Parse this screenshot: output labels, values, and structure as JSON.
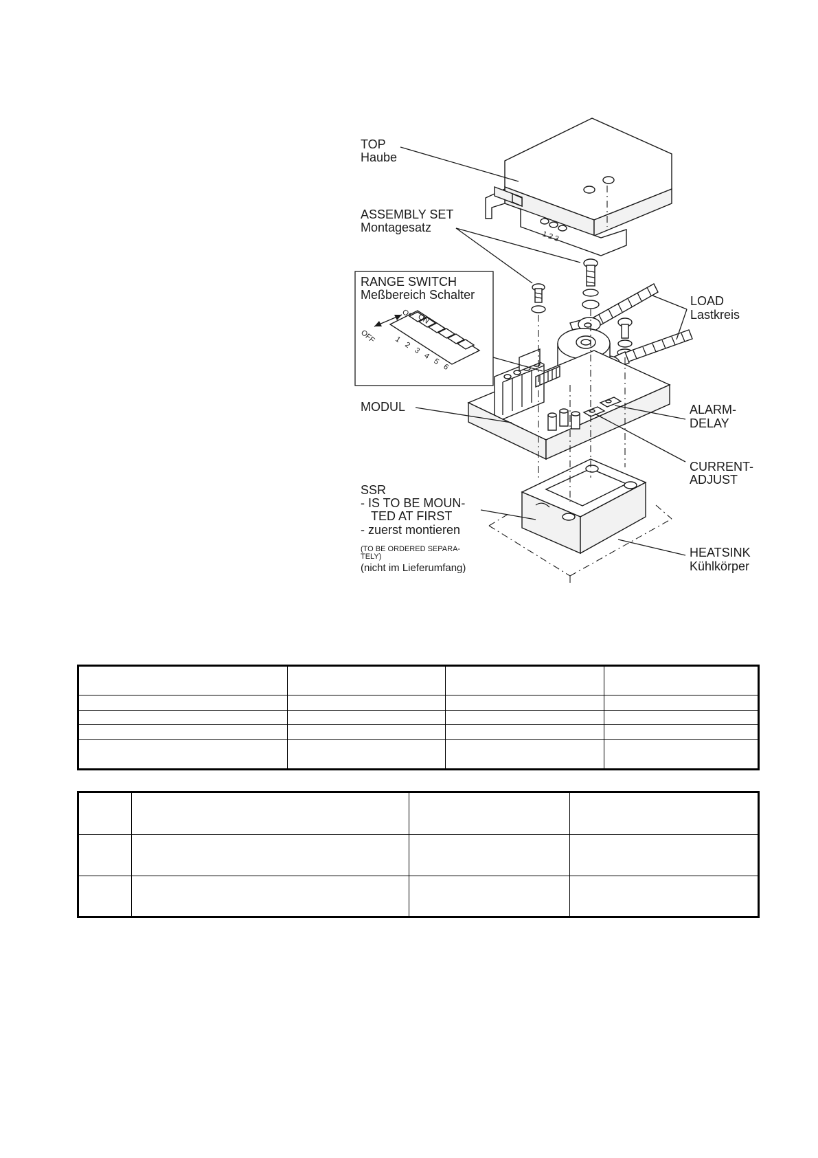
{
  "labels": {
    "top": "TOP",
    "top_de": "Haube",
    "assembly_set": "ASSEMBLY SET",
    "assembly_set_de": "Montagesatz",
    "range_switch": "RANGE SWITCH",
    "range_switch_de": "Meßbereich Schalter",
    "switch_on": "ON",
    "switch_off": "OFF",
    "switch_numbers": [
      "1",
      "2",
      "3",
      "4",
      "5",
      "6"
    ],
    "load": "LOAD",
    "load_de": "Lastkreis",
    "modul": "MODUL",
    "alarm_1": "ALARM-",
    "alarm_2": "DELAY",
    "current_1": "CURRENT-",
    "current_2": "ADJUST",
    "ssr": "SSR",
    "ssr_l1": "-  IS TO BE MOUN-",
    "ssr_l2": "TED AT FIRST",
    "ssr_l3": "-  zuerst montieren",
    "ssr_l4": "(TO BE ORDERED SEPARA-",
    "ssr_l5": "TELY)",
    "ssr_l6": "(nicht im Lieferumfang)",
    "heatsink": "HEATSINK",
    "heatsink_de": "Kühlkörper",
    "cover_numbers": "1 2 3"
  },
  "table1": {
    "rows": 5,
    "cols": 4
  },
  "table2": {
    "rows": 3,
    "cols": 4
  }
}
